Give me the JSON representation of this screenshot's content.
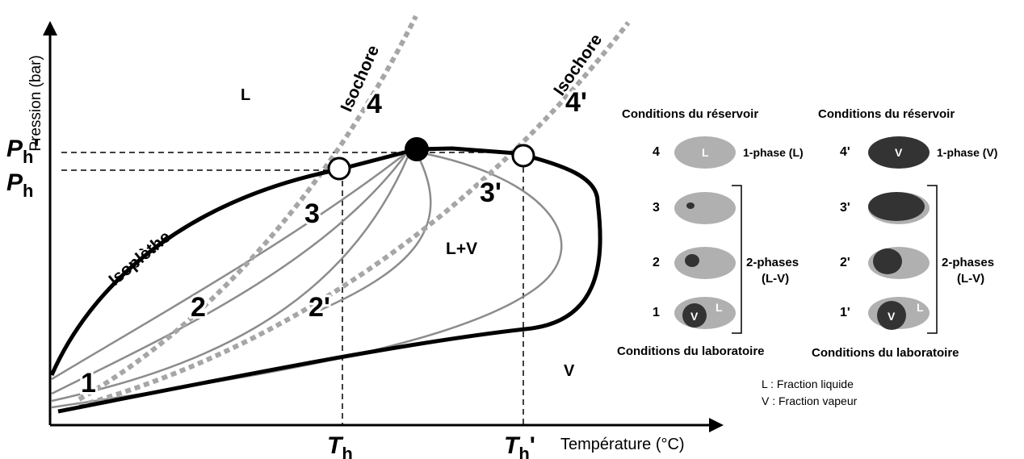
{
  "axes": {
    "x_label": "Température (°C)",
    "y_label": "Pression (bar)"
  },
  "ticks": {
    "ph_prime_main": "P",
    "ph_prime_sub": "h",
    "ph_prime_suffix": "'",
    "ph_main": "P",
    "ph_sub": "h",
    "th_main": "T",
    "th_sub": "h",
    "th_prime_main": "T",
    "th_prime_sub": "h",
    "th_prime_suffix": "'"
  },
  "regions": {
    "liquid": "L",
    "two_phase": "L+V",
    "vapour": "V"
  },
  "curves": {
    "isopleth": "Isoplèthe",
    "isochore_left": "Isochore",
    "isochore_right": "Isochore"
  },
  "points": {
    "p1": "1",
    "p2": "2",
    "p3": "3",
    "p4": "4",
    "p2p": "2'",
    "p3p": "3'",
    "p4p": "4'"
  },
  "legend": {
    "reservoir_left": "Conditions du réservoir",
    "reservoir_right": "Conditions du réservoir",
    "lab_left": "Conditions du laboratoire",
    "lab_right": "Conditions du laboratoire",
    "left_items": [
      {
        "num": "4",
        "note": "1-phase (L)",
        "inner": "L"
      },
      {
        "num": "3",
        "note": "",
        "inner": ""
      },
      {
        "num": "2",
        "note": "",
        "inner": ""
      },
      {
        "num": "1",
        "note": "",
        "inner": "V",
        "outer": "L"
      }
    ],
    "right_items": [
      {
        "num": "4'",
        "note": "1-phase (V)",
        "inner": "V"
      },
      {
        "num": "3'",
        "note": "",
        "inner": ""
      },
      {
        "num": "2'",
        "note": "",
        "inner": ""
      },
      {
        "num": "1'",
        "note": "",
        "inner": "V",
        "outer": "L"
      }
    ],
    "two_phase_left": [
      "2-phases",
      "(L-V)"
    ],
    "two_phase_right": [
      "2-phases",
      "(L-V)"
    ],
    "key_liquid": "L : Fraction liquide",
    "key_vapour": "V : Fraction vapeur"
  },
  "colors": {
    "ink": "#000000",
    "grey_line": "#8c8c8c",
    "isochore": "#a6a6a6",
    "bubble_light": "#b0b0b0",
    "bubble_dark": "#333333"
  }
}
